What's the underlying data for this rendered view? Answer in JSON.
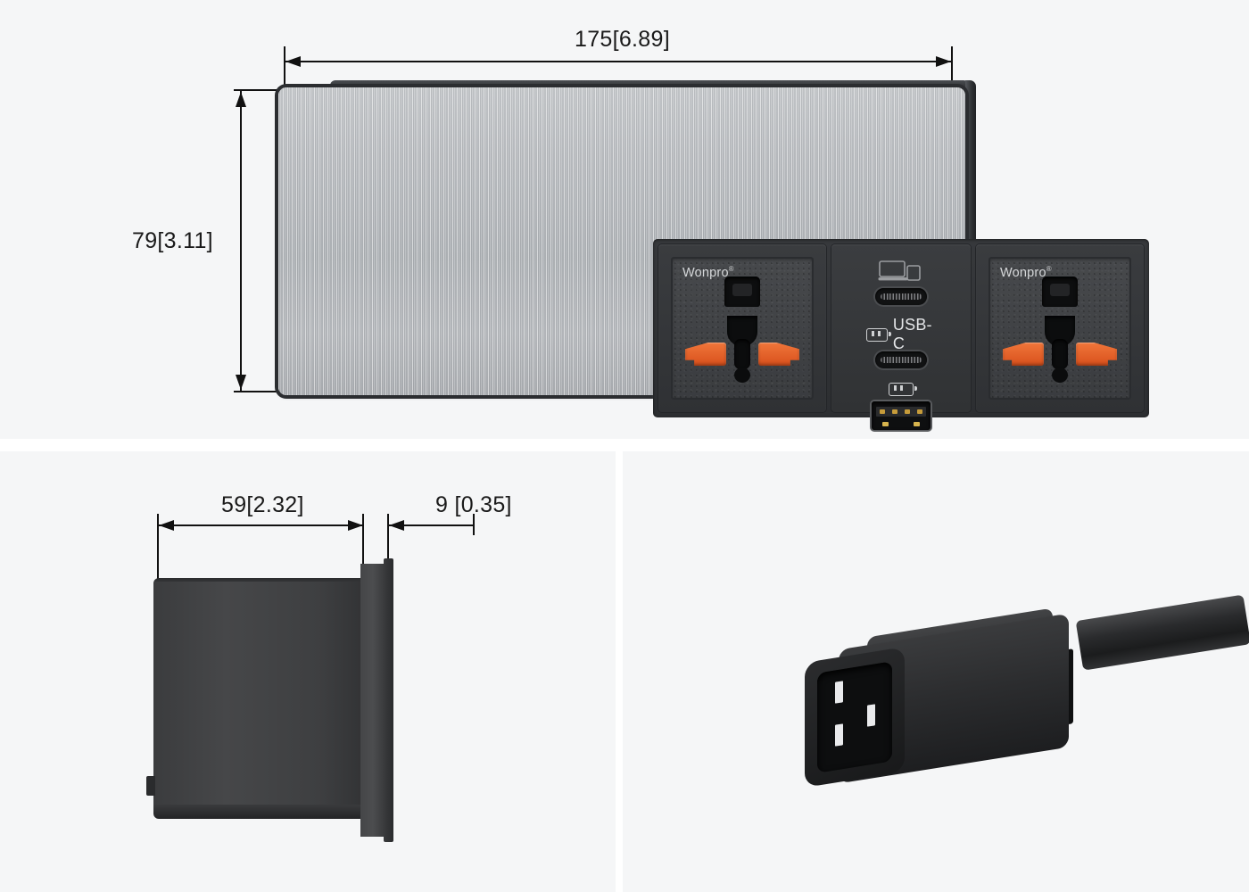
{
  "background_color": "#f5f6f7",
  "panels": {
    "top": {
      "name": "front-view",
      "label": "Front view with dimensions"
    },
    "bottom_left": {
      "name": "side-view",
      "label": "Side profile view with depth dimensions"
    },
    "bottom_right": {
      "name": "plug-view",
      "label": "IEC C14 power plug and cable"
    }
  },
  "dimensions": {
    "width": {
      "value": "175[6.89]",
      "mm": 175,
      "inch": 6.89,
      "orientation": "horizontal",
      "location": "top"
    },
    "height": {
      "value": "79[3.11]",
      "mm": 79,
      "inch": 3.11,
      "orientation": "vertical",
      "location": "left"
    },
    "depth_body": {
      "value": "59[2.32]",
      "mm": 59,
      "inch": 2.32,
      "orientation": "horizontal",
      "location": "side-view-left"
    },
    "depth_flange": {
      "value": "9 [0.35]",
      "mm": 9,
      "inch": 0.35,
      "orientation": "horizontal",
      "location": "side-view-right"
    }
  },
  "faceplate": {
    "material": "brushed aluminum",
    "color": "#b4b8bc",
    "frame_color": "#2b2d30"
  },
  "sockets": [
    {
      "id": "socket-left",
      "brand": "Wonpro",
      "trademark": "®",
      "type": "universal multi-standard outlet",
      "shutter_color": "#e0601f"
    },
    {
      "id": "socket-right",
      "brand": "Wonpro",
      "trademark": "®",
      "type": "universal multi-standard outlet",
      "shutter_color": "#e0601f"
    }
  ],
  "usb_module": {
    "ports": [
      {
        "id": "usb-c-top",
        "type": "USB-C",
        "icon": "laptop-tablet-icon",
        "label": ""
      },
      {
        "id": "usb-c-bottom",
        "type": "USB-C",
        "icon": "battery-charge-icon",
        "label": "USB-C"
      },
      {
        "id": "usb-a",
        "type": "USB-A",
        "icon": "battery-charge-icon",
        "label": ""
      }
    ],
    "label_text": "USB-C"
  },
  "plug": {
    "type": "IEC C14",
    "pin_count": 3,
    "color": "#232426",
    "cable_color": "#2a2b2d"
  }
}
